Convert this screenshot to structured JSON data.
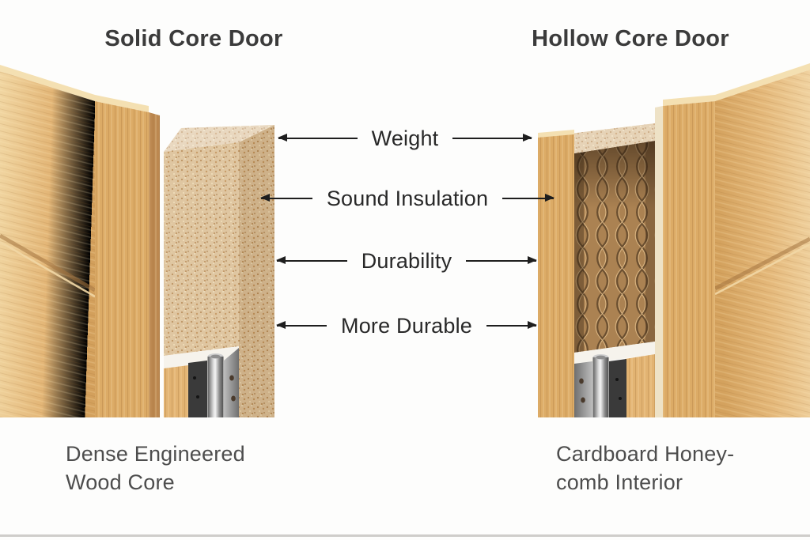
{
  "titles": {
    "left": "Solid Core Door",
    "right": "Hollow Core Door"
  },
  "comparison_labels": [
    "Weight",
    "Sound Insulation",
    "Durability",
    "More Durable"
  ],
  "captions": {
    "left": "Dense Engineered\nWood Core",
    "right": "Cardboard Honey-\ncomb Interior"
  },
  "colors": {
    "c-bg": "#fdfdfc",
    "c-title": "#3b3b3b",
    "c-label": "#282828",
    "c-caption": "#4d4d4d",
    "c-arrow": "#1e1e1e",
    "c-oak-light": "#ecca92",
    "c-oak-mid": "#dcab66",
    "c-oak-dark": "#bc8850",
    "c-oak-deep": "#a4743f",
    "c-top-light": "#f4e0b2",
    "c-core": "#dcc199",
    "c-dot-dark": "#b68a55",
    "c-dot-light": "#f3e6c4",
    "c-honey": "#ab8252",
    "c-honey-dark": "#6b4f30",
    "c-honey-light": "#e2bd8a",
    "c-gap": "#f6f3ec",
    "c-card-edge": "#eee2c6",
    "c-divider": "#cfcdca"
  }
}
